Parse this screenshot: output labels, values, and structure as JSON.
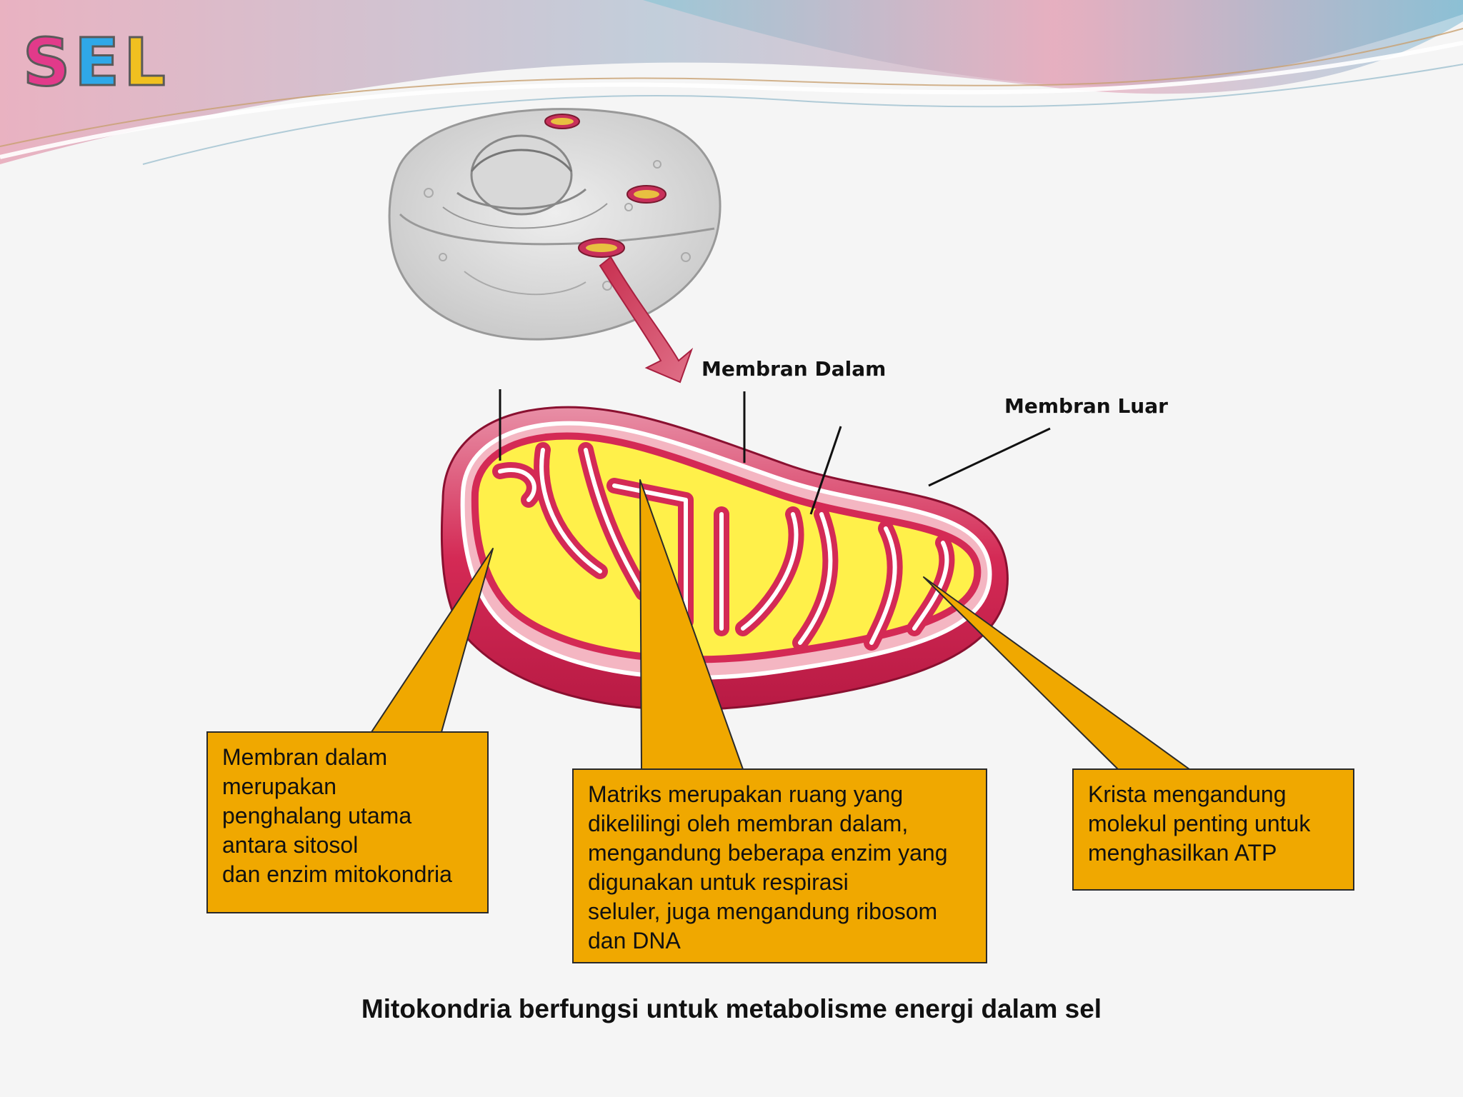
{
  "slide": {
    "logo_letters": [
      "S",
      "E",
      "L"
    ],
    "logo_colors": [
      "#e23a8a",
      "#2fa8e8",
      "#f0c020"
    ],
    "labels": {
      "inner_membrane": "Membran Dalam",
      "outer_membrane": "Membran Luar"
    },
    "callouts": {
      "inner_membrane": [
        "Membran dalam",
        "merupakan",
        "penghalang utama",
        "antara sitosol",
        "dan enzim mitokondria"
      ],
      "matrix": [
        "Matriks merupakan ruang yang",
        "dikelilingi oleh membran dalam,",
        "mengandung beberapa enzim yang",
        "digunakan untuk respirasi",
        "seluler, juga mengandung ribosom",
        "dan DNA"
      ],
      "cristae": [
        "Krista mengandung",
        "molekul penting untuk",
        "menghasilkan ATP"
      ]
    },
    "caption": "Mitokondria berfungsi untuk metabolisme energi dalam sel",
    "colors": {
      "callout_fill": "#f0a800",
      "membrane_red": "#d42a55",
      "matrix_yellow": "#fff04a",
      "arrow": "#d64560"
    }
  }
}
